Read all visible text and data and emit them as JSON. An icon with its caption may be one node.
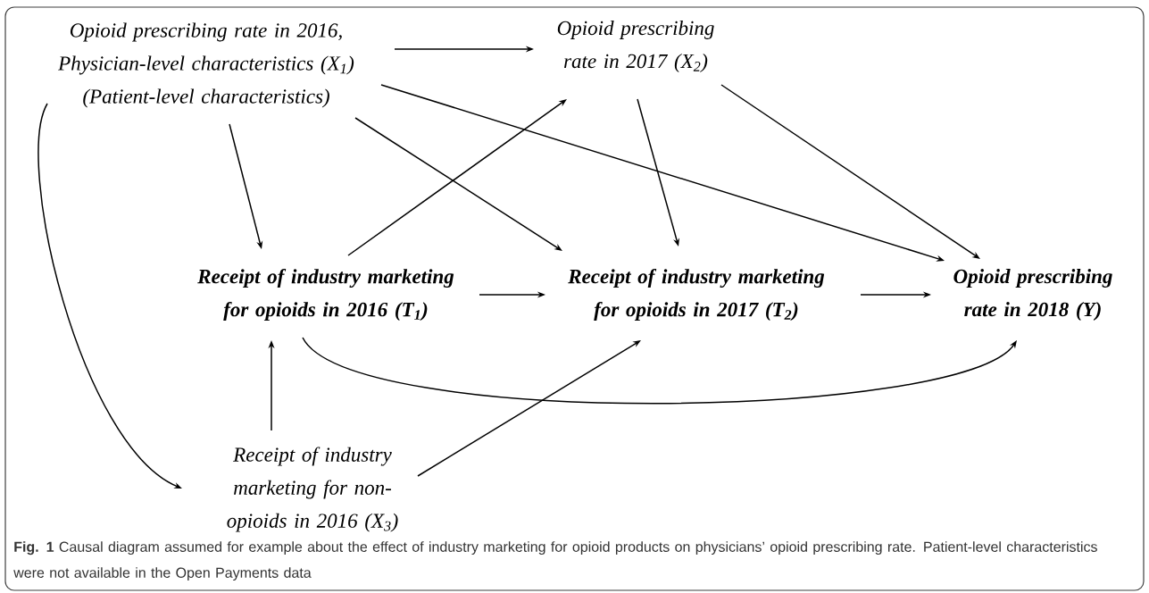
{
  "diagram": {
    "caption": "**Fig. 1** Causal diagram assumed for example about the effect of industry marketing for opioid products on physicians’ opioid prescribing rate. Patient-level characteristics were not available in the Open Payments data",
    "nodes": [
      {
        "text": [
          "Opioid prescribing rate in 2016, Physician-level characteristics (X$_{1}$)",
          "(Patient-level characteristics)"
        ]
      },
      {
        "text": [
          "Opioid prescribing rate in 2017 (X$_{2}$)"
        ]
      },
      {
        "text": [
          "Receipt of industry marketing for opioids in 2016 (T$_{1}$)"
        ]
      },
      {
        "text": [
          "Receipt of industry marketing for opioids in 2017 (T$_{2}$)"
        ]
      },
      {
        "text": [
          "Opioid prescribing rate in 2018 (Y)"
        ]
      },
      {
        "text": [
          "Receipt of industry marketing for non-opioids in 2016 (X$_{3}$)"
        ]
      }
    ],
    "edges": [
      {
        "from": 0,
        "to": 1,
        "arrow": "to"
      },
      {
        "from": 0,
        "to": 4,
        "arrow": "to"
      },
      {
        "from": 0,
        "to": 2,
        "arrow": "to"
      },
      {
        "from": 0,
        "to": 3,
        "arrow": "to"
      },
      {
        "from": 0,
        "to": 5,
        "arrow": "to"
      },
      {
        "from": 1,
        "to": 3,
        "arrow": "to"
      },
      {
        "from": 1,
        "to": 4,
        "arrow": "to"
      },
      {
        "from": 2,
        "to": 1,
        "arrow": "to"
      },
      {
        "from": 2,
        "to": 3,
        "arrow": "to"
      },
      {
        "from": 3,
        "to": 4,
        "arrow": "to"
      },
      {
        "from": 2,
        "to": 4,
        "arrow": "to"
      },
      {
        "from": 5,
        "to": 2,
        "arrow": "to"
      },
      {
        "from": 5,
        "to": 3,
        "arrow": "to"
      }
    ]
  }
}
